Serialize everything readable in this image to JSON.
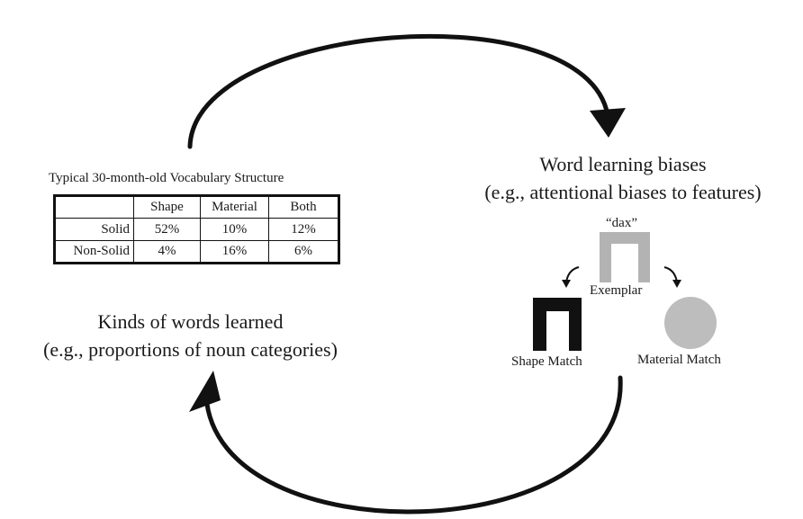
{
  "table": {
    "title": "Typical 30-month-old Vocabulary Structure",
    "columns": [
      "",
      "Shape",
      "Material",
      "Both"
    ],
    "rows": [
      {
        "label": "Solid",
        "values": [
          "52%",
          "10%",
          "12%"
        ]
      },
      {
        "label": "Non-Solid",
        "values": [
          "4%",
          "16%",
          "6%"
        ]
      }
    ]
  },
  "left_node": {
    "line1": "Kinds of words learned",
    "line2": "(e.g., proportions of noun categories)"
  },
  "right_node": {
    "line1": "Word learning biases",
    "line2": "(e.g., attentional biases to features)"
  },
  "task": {
    "word": "“dax”",
    "exemplar_label": "Exemplar",
    "shape_match_label": "Shape Match",
    "material_match_label": "Material Match"
  },
  "colors": {
    "ink": "#111111",
    "exemplar_gray": "#b3b3b3",
    "material_gray": "#bdbdbd"
  }
}
